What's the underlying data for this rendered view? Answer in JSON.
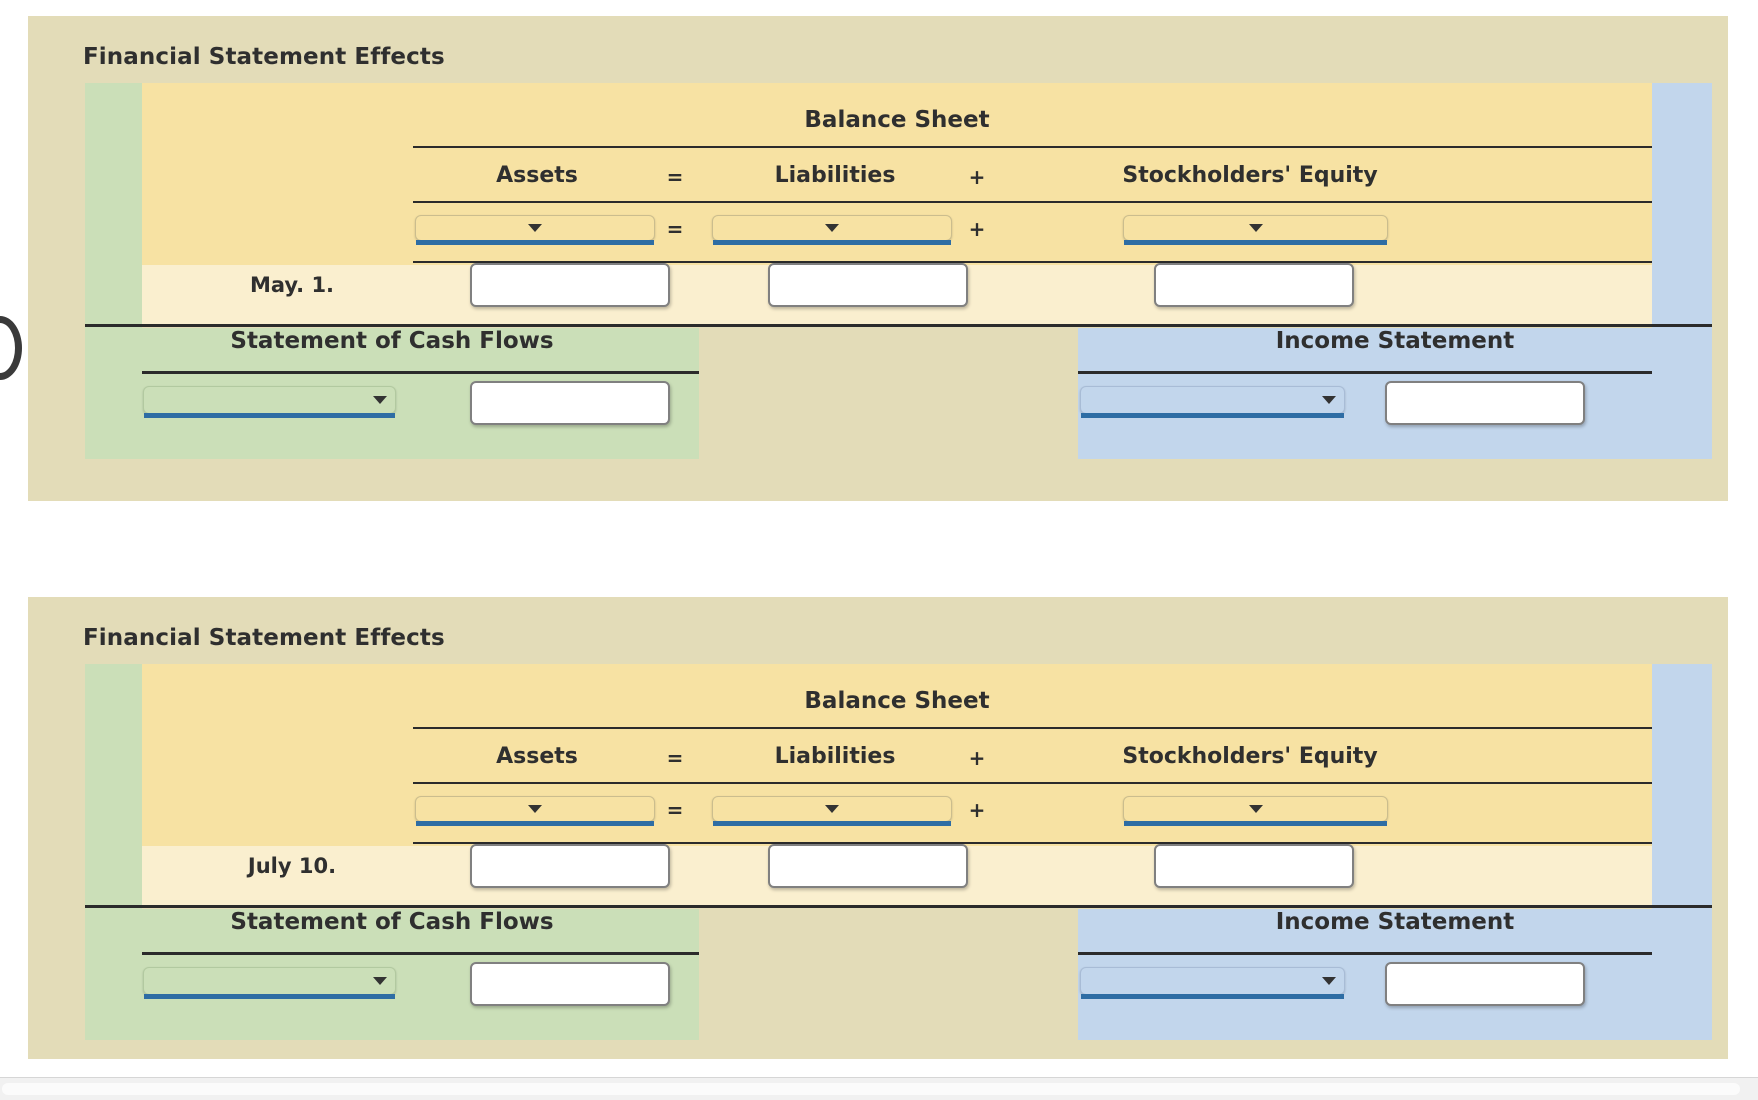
{
  "page": {
    "background_color": "#ffffff",
    "panel_background_color": "#e3dcb8",
    "balance_sheet_color": "#f7e2a3",
    "entry_row_color": "#faefcf",
    "cash_flows_color": "#cbdfb8",
    "income_statement_color": "#c2d6ec",
    "accent_underline_color": "#2e6da4",
    "text_color": "#2f2f2f"
  },
  "left_decoration": {
    "icon": "partial-circle-arc"
  },
  "panels": [
    {
      "title": "Financial Statement Effects",
      "balance_sheet": {
        "heading": "Balance Sheet",
        "columns": [
          {
            "label": "Assets"
          },
          {
            "label": "Liabilities"
          },
          {
            "label": "Stockholders' Equity"
          }
        ],
        "operators": [
          {
            "symbol": "="
          },
          {
            "symbol": "+"
          }
        ],
        "selector_row": {
          "operators": [
            {
              "symbol": "="
            },
            {
              "symbol": "+"
            }
          ],
          "dropdowns": [
            {
              "name": "assets-account-select",
              "value": "",
              "icon": "chevron-down-icon"
            },
            {
              "name": "liabilities-account-select",
              "value": "",
              "icon": "chevron-down-icon"
            },
            {
              "name": "equity-account-select",
              "value": "",
              "icon": "chevron-down-icon"
            }
          ]
        },
        "entry_row": {
          "date": "May. 1.",
          "inputs": [
            {
              "name": "assets-amount-input",
              "value": "",
              "placeholder": ""
            },
            {
              "name": "liabilities-amount-input",
              "value": "",
              "placeholder": ""
            },
            {
              "name": "equity-amount-input",
              "value": "",
              "placeholder": ""
            }
          ]
        }
      },
      "statement_of_cash_flows": {
        "heading": "Statement of Cash Flows",
        "dropdown": {
          "name": "cash-flow-category-select",
          "value": "",
          "icon": "chevron-down-icon"
        },
        "input": {
          "name": "cash-flow-amount-input",
          "value": "",
          "placeholder": ""
        }
      },
      "income_statement": {
        "heading": "Income Statement",
        "dropdown": {
          "name": "income-statement-account-select",
          "value": "",
          "icon": "chevron-down-icon"
        },
        "input": {
          "name": "income-statement-amount-input",
          "value": "",
          "placeholder": ""
        }
      }
    },
    {
      "title": "Financial Statement Effects",
      "balance_sheet": {
        "heading": "Balance Sheet",
        "columns": [
          {
            "label": "Assets"
          },
          {
            "label": "Liabilities"
          },
          {
            "label": "Stockholders' Equity"
          }
        ],
        "operators": [
          {
            "symbol": "="
          },
          {
            "symbol": "+"
          }
        ],
        "selector_row": {
          "operators": [
            {
              "symbol": "="
            },
            {
              "symbol": "+"
            }
          ],
          "dropdowns": [
            {
              "name": "assets-account-select",
              "value": "",
              "icon": "chevron-down-icon"
            },
            {
              "name": "liabilities-account-select",
              "value": "",
              "icon": "chevron-down-icon"
            },
            {
              "name": "equity-account-select",
              "value": "",
              "icon": "chevron-down-icon"
            }
          ]
        },
        "entry_row": {
          "date": "July 10.",
          "inputs": [
            {
              "name": "assets-amount-input",
              "value": "",
              "placeholder": ""
            },
            {
              "name": "liabilities-amount-input",
              "value": "",
              "placeholder": ""
            },
            {
              "name": "equity-amount-input",
              "value": "",
              "placeholder": ""
            }
          ]
        }
      },
      "statement_of_cash_flows": {
        "heading": "Statement of Cash Flows",
        "dropdown": {
          "name": "cash-flow-category-select",
          "value": "",
          "icon": "chevron-down-icon"
        },
        "input": {
          "name": "cash-flow-amount-input",
          "value": "",
          "placeholder": ""
        }
      },
      "income_statement": {
        "heading": "Income Statement",
        "dropdown": {
          "name": "income-statement-account-select",
          "value": "",
          "icon": "chevron-down-icon"
        },
        "input": {
          "name": "income-statement-amount-input",
          "value": "",
          "placeholder": ""
        }
      }
    }
  ]
}
